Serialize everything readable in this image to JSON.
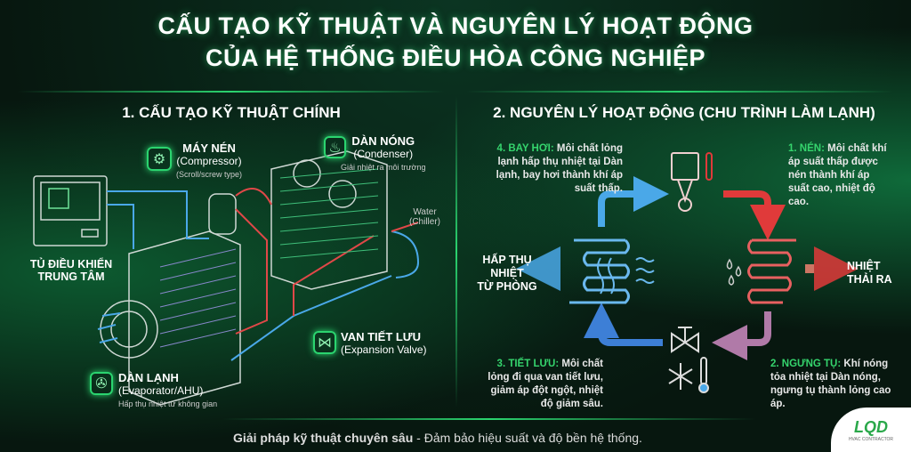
{
  "title": {
    "line1": "CẤU TẠO KỸ THUẬT VÀ NGUYÊN LÝ HOẠT ĐỘNG",
    "line2": "CỦA HỆ THỐNG ĐIỀU HÒA CÔNG NGHIỆP"
  },
  "left": {
    "heading": "1. CẤU TẠO KỸ THUẬT CHÍNH",
    "compressor": {
      "name": "MÁY NÉN",
      "en": "(Compressor)",
      "note": "(Scroll/screw type)",
      "icon": "gear-icon"
    },
    "condenser": {
      "name": "DÀN NÓNG",
      "en": "(Condenser)",
      "note": "Giải nhiệt ra môi trường",
      "icon": "heat-icon"
    },
    "controller": {
      "line1": "TỦ ĐIỀU KHIỂN",
      "line2": "TRUNG TÂM"
    },
    "water": {
      "line1": "Water",
      "line2": "(Chiller)"
    },
    "valve": {
      "name": "VAN TIẾT LƯU",
      "en": "(Expansion Valve)",
      "icon": "valve-icon"
    },
    "evaporator": {
      "name": "DÀN LẠNH",
      "en": "(Evaporator/AHU)",
      "note": "Hấp thụ nhiệt từ không gian",
      "icon": "fan-icon"
    }
  },
  "right": {
    "heading": "2. NGUYÊN LÝ HOẠT ĐỘNG (CHU TRÌNH LÀM LẠNH)",
    "steps": [
      {
        "head": "1. NÉN:",
        "text": "Môi chất khí áp suất thấp được nén thành khí áp suất cao, nhiệt độ cao."
      },
      {
        "head": "2. NGƯNG TỤ:",
        "text": "Khí nóng tỏa nhiệt tại Dàn nóng, ngưng tụ thành lỏng cao áp."
      },
      {
        "head": "3. TIẾT LƯU:",
        "text": "Môi chất lỏng đi qua van tiết lưu, giảm áp đột ngột, nhiệt độ giảm sâu."
      },
      {
        "head": "4. BAY HƠI:",
        "text": "Môi chất lỏng lạnh hấp thụ nhiệt tại Dàn lạnh, bay hơi thành khí áp suất thấp."
      }
    ],
    "absorb": {
      "line1": "HẤP THỤ",
      "line2": "NHIỆT",
      "line3": "TỪ PHÒNG"
    },
    "release": {
      "line1": "NHIỆT",
      "line2": "THẢI RA"
    },
    "colors": {
      "hot": "#e03a3a",
      "cold": "#4aa8e8",
      "condense": "#b07aa8",
      "accent": "#35d46d"
    }
  },
  "footer": {
    "bold": "Giải pháp kỹ thuật chuyên sâu",
    "rest": " - Đảm bảo hiệu suất và độ bền hệ thống."
  },
  "logo": {
    "mark": "LQD",
    "sub": "HVAC CONTRACTOR"
  }
}
